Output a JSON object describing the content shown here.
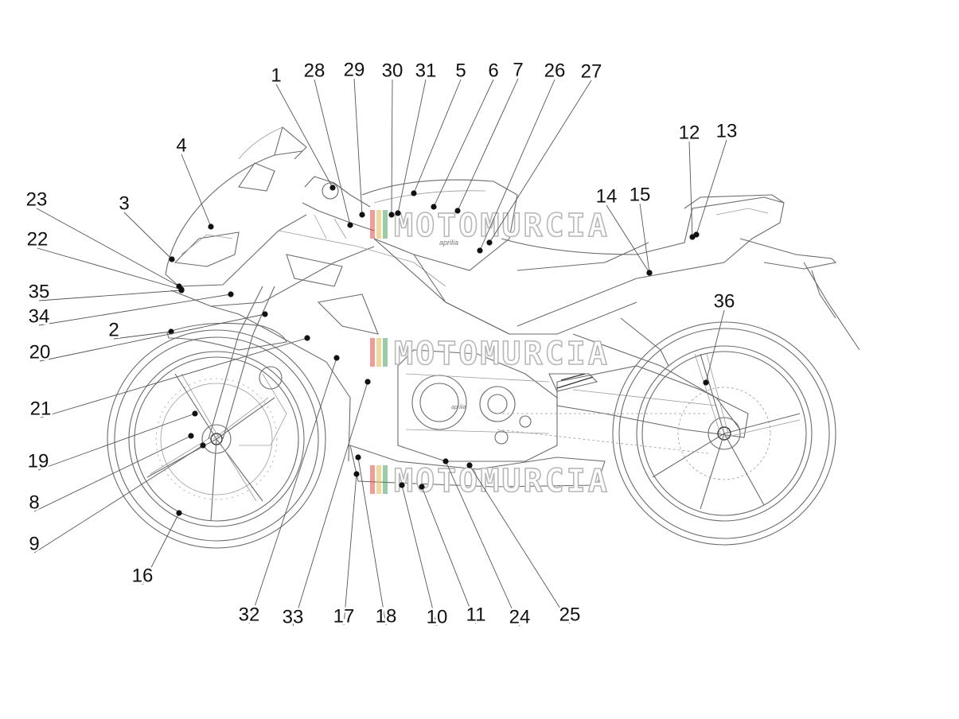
{
  "diagram": {
    "callouts": [
      {
        "id": "1",
        "label": "1"
      },
      {
        "id": "2",
        "label": "2"
      },
      {
        "id": "3",
        "label": "3"
      },
      {
        "id": "4",
        "label": "4"
      },
      {
        "id": "5",
        "label": "5"
      },
      {
        "id": "6",
        "label": "6"
      },
      {
        "id": "7",
        "label": "7"
      },
      {
        "id": "8",
        "label": "8"
      },
      {
        "id": "9",
        "label": "9"
      },
      {
        "id": "10",
        "label": "10"
      },
      {
        "id": "11",
        "label": "11"
      },
      {
        "id": "12",
        "label": "12"
      },
      {
        "id": "13",
        "label": "13"
      },
      {
        "id": "14",
        "label": "14"
      },
      {
        "id": "15",
        "label": "15"
      },
      {
        "id": "16",
        "label": "16"
      },
      {
        "id": "17",
        "label": "17"
      },
      {
        "id": "18",
        "label": "18"
      },
      {
        "id": "19",
        "label": "19"
      },
      {
        "id": "20",
        "label": "20"
      },
      {
        "id": "21",
        "label": "21"
      },
      {
        "id": "22",
        "label": "22"
      },
      {
        "id": "23",
        "label": "23"
      },
      {
        "id": "24",
        "label": "24"
      },
      {
        "id": "25",
        "label": "25"
      },
      {
        "id": "26",
        "label": "26"
      },
      {
        "id": "27",
        "label": "27"
      },
      {
        "id": "28",
        "label": "28"
      },
      {
        "id": "29",
        "label": "29"
      },
      {
        "id": "30",
        "label": "30"
      },
      {
        "id": "31",
        "label": "31"
      },
      {
        "id": "32",
        "label": "32"
      },
      {
        "id": "33",
        "label": "33"
      },
      {
        "id": "34",
        "label": "34"
      },
      {
        "id": "35",
        "label": "35"
      },
      {
        "id": "36",
        "label": "36"
      }
    ],
    "watermark_text": "MOTOMURCIA",
    "tank_logo": "aprilia",
    "case_logo": "aprilia"
  }
}
